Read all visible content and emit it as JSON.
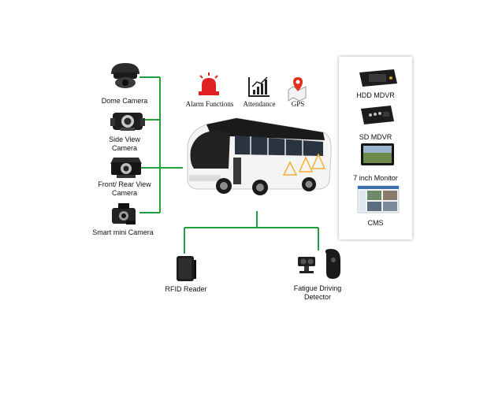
{
  "cameras": {
    "dome": "Dome Camera",
    "side_line1": "Side View",
    "side_line2": "Camera",
    "front_line1": "Front/ Rear View",
    "front_line2": "Camera",
    "smart": "Smart  mini Camera"
  },
  "features": {
    "alarm": "Alarm Functions",
    "attendance": "Attendance",
    "gps": "GPS"
  },
  "devices": {
    "hdd": "HDD MDVR",
    "sd": "SD MDVR",
    "monitor": "7 inch Monitor",
    "cms": "CMS"
  },
  "peripherals": {
    "rfid": "RFID Reader",
    "fatigue_line1": "Fatigue Driving",
    "fatigue_line2": "Detector"
  },
  "colors": {
    "connector": "#1fa23c",
    "alarm_red": "#e02020",
    "gps_red": "#e03020"
  }
}
